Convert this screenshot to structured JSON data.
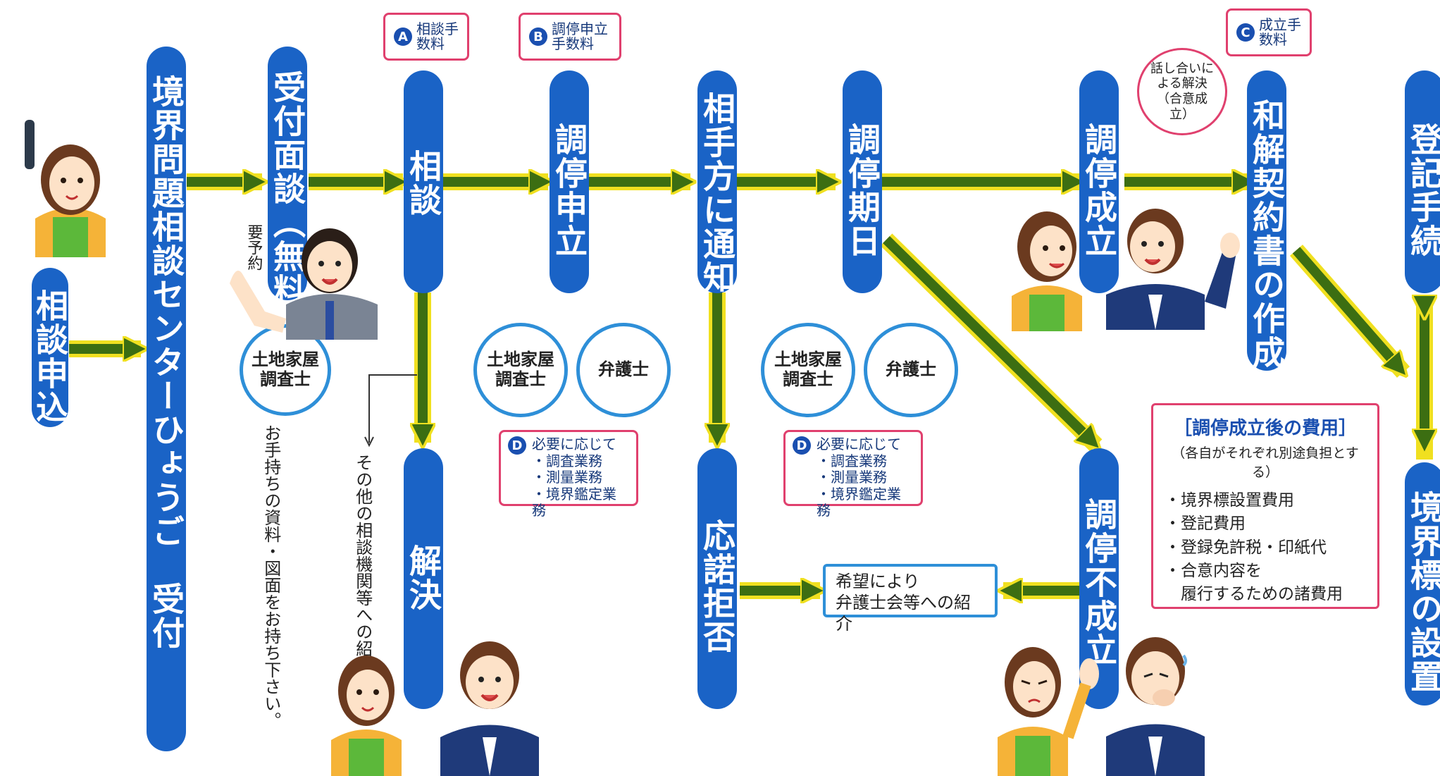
{
  "colors": {
    "pill": "#1a63c6",
    "arrow_body": "#3c6e12",
    "arrow_edge": "#f0e020",
    "tag_border": "#e0406e",
    "circle_border": "#2e8fd8"
  },
  "steps": {
    "application": "相談申込",
    "center": "境界問題相談センターひょうご　受付",
    "intake": "受付面談（無料）",
    "consultation": "相談",
    "resolved": "解決",
    "petition": "調停申立",
    "notify": "相手方に通知",
    "refusal": "応諾拒否",
    "hearing": "調停期日",
    "success": "調停成立",
    "failure": "調停不成立",
    "contract": "和解契約書の作成",
    "registration": "登記手続",
    "marker": "境界標の設置"
  },
  "fees": {
    "a_badge": "A",
    "a_label": "相談手数料",
    "b_badge": "B",
    "b_label": "調停申立手数料",
    "c_badge": "C",
    "c_label": "成立手数料"
  },
  "experts": {
    "surveyor": "土地家屋調査士",
    "lawyer": "弁護士"
  },
  "notes": {
    "reservation": "要予約",
    "bring_materials": "お手持ちの資料・図面をお持ち下さい。",
    "other_referral": "その他の相談機関等への紹介",
    "agreement": "話し合いによる解決（合意成立）"
  },
  "optional": {
    "badge": "D",
    "title": "必要に応じて",
    "items": [
      "・調査業務",
      "・測量業務",
      "・境界鑑定業務"
    ]
  },
  "referral": {
    "line1": "希望により",
    "line2": "弁護士会等への紹介"
  },
  "costs": {
    "title": "［調停成立後の費用］",
    "subtitle": "（各自がそれぞれ別途負担とする）",
    "items": [
      "・境界標設置費用",
      "・登記費用",
      "・登録免許税・印紙代",
      "・合意内容を",
      "　履行するための諸費用"
    ]
  }
}
